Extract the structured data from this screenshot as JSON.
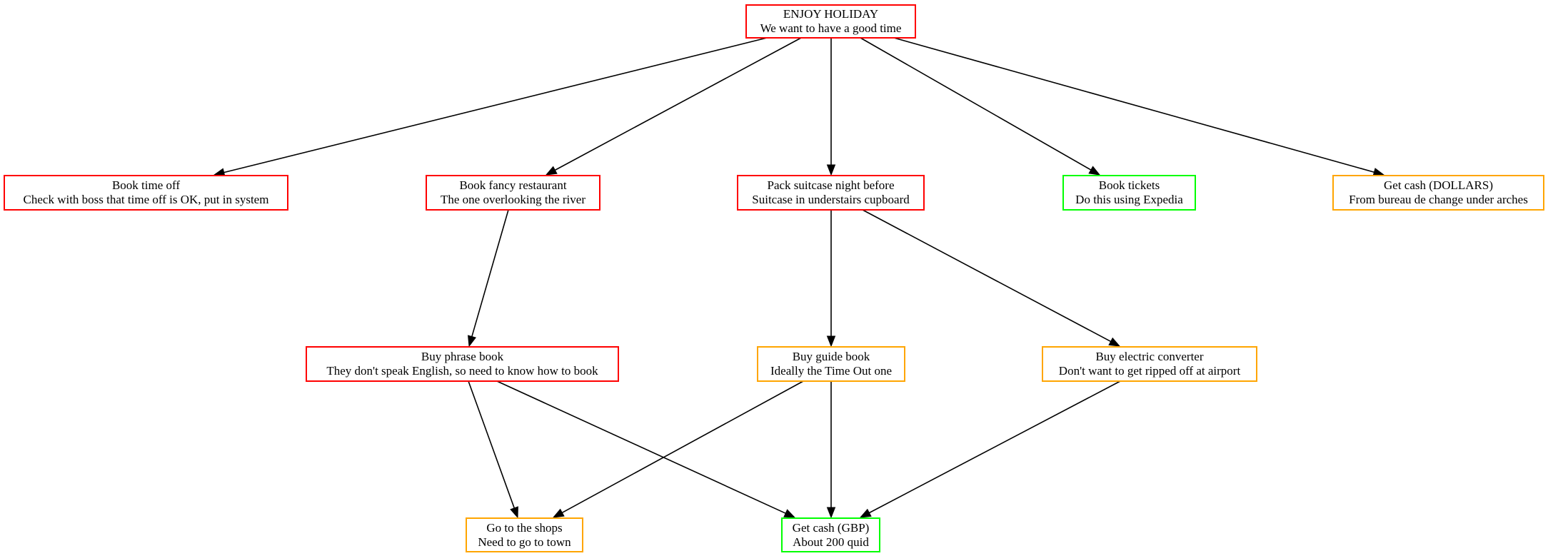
{
  "colors": {
    "red": "#ff0000",
    "orange": "#ffa500",
    "green": "#00ff00",
    "edge": "#000000"
  },
  "nodes": {
    "enjoy": {
      "title": "ENJOY HOLIDAY",
      "desc": "We want to have a good time",
      "color": "#ff0000"
    },
    "timeoff": {
      "title": "Book time off",
      "desc": "Check with boss that time off is OK, put in system",
      "color": "#ff0000"
    },
    "restaurant": {
      "title": "Book fancy restaurant",
      "desc": "The one overlooking the river",
      "color": "#ff0000"
    },
    "suitcase": {
      "title": "Pack suitcase night before",
      "desc": "Suitcase in understairs cupboard",
      "color": "#ff0000"
    },
    "tickets": {
      "title": "Book tickets",
      "desc": "Do this using Expedia",
      "color": "#00ff00"
    },
    "dollars": {
      "title": "Get cash (DOLLARS)",
      "desc": "From bureau de change under arches",
      "color": "#ffa500"
    },
    "phrase": {
      "title": "Buy phrase book",
      "desc": "They don't speak English, so need to know how to book",
      "color": "#ff0000"
    },
    "guide": {
      "title": "Buy guide book",
      "desc": "Ideally the Time Out one",
      "color": "#ffa500"
    },
    "converter": {
      "title": "Buy electric converter",
      "desc": "Don't want to get ripped off at airport",
      "color": "#ffa500"
    },
    "shops": {
      "title": "Go to the shops",
      "desc": "Need to go to town",
      "color": "#ffa500"
    },
    "gbp": {
      "title": "Get cash (GBP)",
      "desc": "About 200 quid",
      "color": "#00ff00"
    }
  },
  "edges": [
    {
      "from": "enjoy",
      "to": "timeoff"
    },
    {
      "from": "enjoy",
      "to": "restaurant"
    },
    {
      "from": "enjoy",
      "to": "suitcase"
    },
    {
      "from": "enjoy",
      "to": "tickets"
    },
    {
      "from": "enjoy",
      "to": "dollars"
    },
    {
      "from": "restaurant",
      "to": "phrase"
    },
    {
      "from": "suitcase",
      "to": "guide"
    },
    {
      "from": "suitcase",
      "to": "converter"
    },
    {
      "from": "phrase",
      "to": "shops"
    },
    {
      "from": "phrase",
      "to": "gbp"
    },
    {
      "from": "guide",
      "to": "shops"
    },
    {
      "from": "guide",
      "to": "gbp"
    },
    {
      "from": "converter",
      "to": "gbp"
    }
  ]
}
